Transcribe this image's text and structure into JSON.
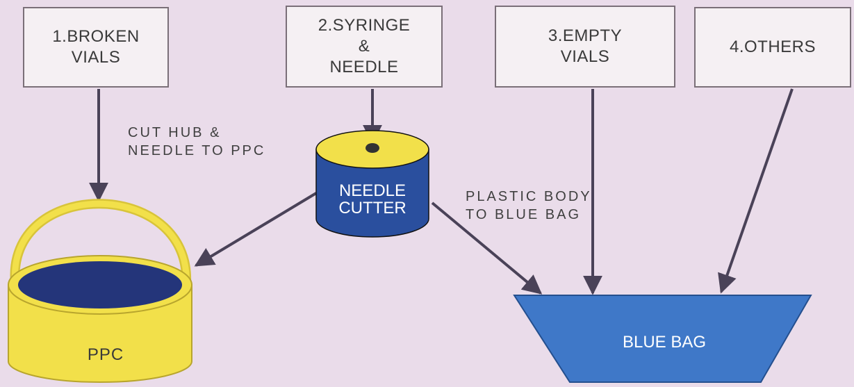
{
  "boxes": {
    "broken_vials": {
      "line1": "1.BROKEN",
      "line2": "VIALS"
    },
    "syringe_needle": {
      "line1": "2.SYRINGE",
      "line2": "&",
      "line3": "NEEDLE"
    },
    "empty_vials": {
      "line1": "3.EMPTY",
      "line2": "VIALS"
    },
    "others": {
      "line1": "4.OTHERS"
    }
  },
  "labels": {
    "cut_hub": {
      "line1": "CUT HUB &",
      "line2": "NEEDLE TO PPC"
    },
    "plastic_body": {
      "line1": "PLASTIC BODY",
      "line2": "TO BLUE BAG"
    }
  },
  "containers": {
    "needle_cutter": {
      "line1": "NEEDLE",
      "line2": "CUTTER"
    },
    "ppc": "PPC",
    "blue_bag": "BLUE BAG"
  },
  "colors": {
    "yellow": "#f2e04a",
    "blue": "#2a4f9e",
    "dark_blue": "#24357a",
    "bag_blue": "#3f78c8",
    "arrow": "#4a4258"
  }
}
